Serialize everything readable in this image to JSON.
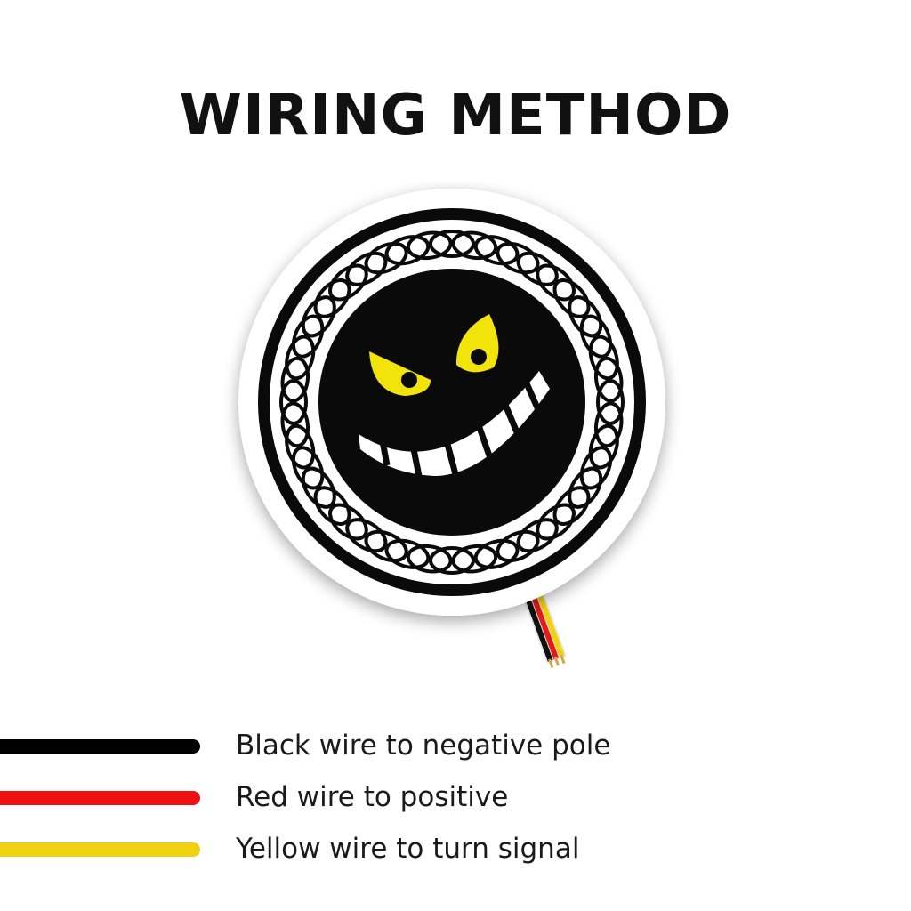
{
  "title": "WIRING METHOD",
  "product": {
    "image_name": "led-steering-wheel-emblem-grinning-face",
    "colors": {
      "disc_border": "#ffffff",
      "disc_fill": "#0a0a0a",
      "eyes": "#f2e30a",
      "teeth": "#ffffff"
    },
    "wires": [
      "black",
      "red",
      "yellow"
    ]
  },
  "legend": {
    "items": [
      {
        "label": "Black wire to negative pole",
        "color": "#000000"
      },
      {
        "label": "Red wire to positive",
        "color": "#ef1111"
      },
      {
        "label": "Yellow wire to turn signal",
        "color": "#f0d20f"
      }
    ]
  }
}
